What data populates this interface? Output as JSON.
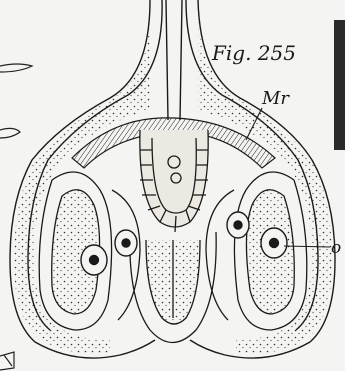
{
  "figure": {
    "caption": "Fig. 255",
    "labels": {
      "mr": "Mr",
      "o": "o"
    }
  },
  "colors": {
    "ink": "#1a1a1a",
    "paper": "#f4f4f2"
  }
}
